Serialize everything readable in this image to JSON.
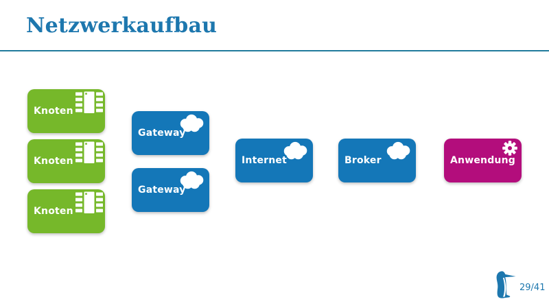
{
  "slide": {
    "title": "Netzwerkaufbau",
    "page_number": "29/41"
  },
  "colors": {
    "title_blue": "#1d77ae",
    "rule_teal": "#1f7a9c",
    "node_green": "#76b82a",
    "node_blue": "#1477b8",
    "node_magenta": "#b30d7c",
    "label_white": "#ffffff"
  },
  "nodes": [
    {
      "label": "Knoten",
      "icon": "chip-icon",
      "color": "#76b82a"
    },
    {
      "label": "Knoten",
      "icon": "chip-icon",
      "color": "#76b82a"
    },
    {
      "label": "Knoten",
      "icon": "chip-icon",
      "color": "#76b82a"
    },
    {
      "label": "Gateway",
      "icon": "cloud-icon",
      "color": "#1477b8"
    },
    {
      "label": "Gateway",
      "icon": "cloud-icon",
      "color": "#1477b8"
    },
    {
      "label": "Internet",
      "icon": "cloud-icon",
      "color": "#1477b8"
    },
    {
      "label": "Broker",
      "icon": "cloud-icon",
      "color": "#1477b8"
    },
    {
      "label": "Anwendung",
      "icon": "gear-icon",
      "color": "#b30d7c"
    }
  ],
  "footer": {
    "logo": "penguin-logo",
    "page_number": "29/41"
  }
}
